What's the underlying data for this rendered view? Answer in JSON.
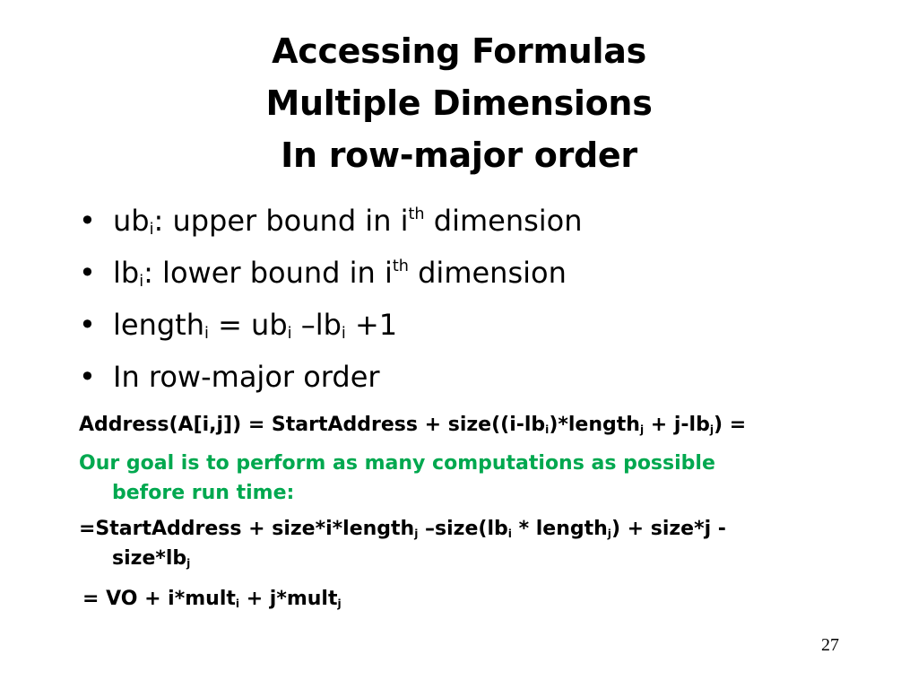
{
  "title": {
    "line1": "Accessing Formulas",
    "line2": "Multiple Dimensions",
    "line3": "In row-major order"
  },
  "bullets": {
    "b1": {
      "a": "ub",
      "sub": "i",
      "b": ": upper bound in i",
      "sup": "th",
      "c": " dimension"
    },
    "b2": {
      "a": "lb",
      "sub": "i",
      "b": ": lower bound in i",
      "sup": "th",
      "c": " dimension"
    },
    "b3": {
      "a": "length",
      "sub1": "i",
      "b": " = ub",
      "sub2": "i",
      "c": " –lb",
      "sub3": "i",
      "d": " +1"
    },
    "b4": {
      "text": "In row-major order"
    }
  },
  "formula_address": {
    "a": "Address(A[i,j]) = StartAddress + size((i-lb",
    "sub1": "i",
    "b": ")*length",
    "sub2": "j",
    "c": " + j-lb",
    "sub3": "j",
    "d": ") ="
  },
  "goal": {
    "line1": "Our goal is to perform as many computations as possible",
    "line2": "before run time:",
    "color": "#00a84f"
  },
  "formula_expanded": {
    "a": "=StartAddress + size*i*length",
    "sub1": "j",
    "b": " –size(lb",
    "sub2": "i",
    "c": " * length",
    "sub3": "j",
    "d": ") + size*j -",
    "e": "size*lb",
    "sub4": "j"
  },
  "formula_vo": {
    "a": "= VO + i*mult",
    "sub1": "i",
    "b": " + j*mult",
    "sub2": "j"
  },
  "page_number": "27",
  "icons": {
    "bullet": "bullet-dot-icon"
  }
}
